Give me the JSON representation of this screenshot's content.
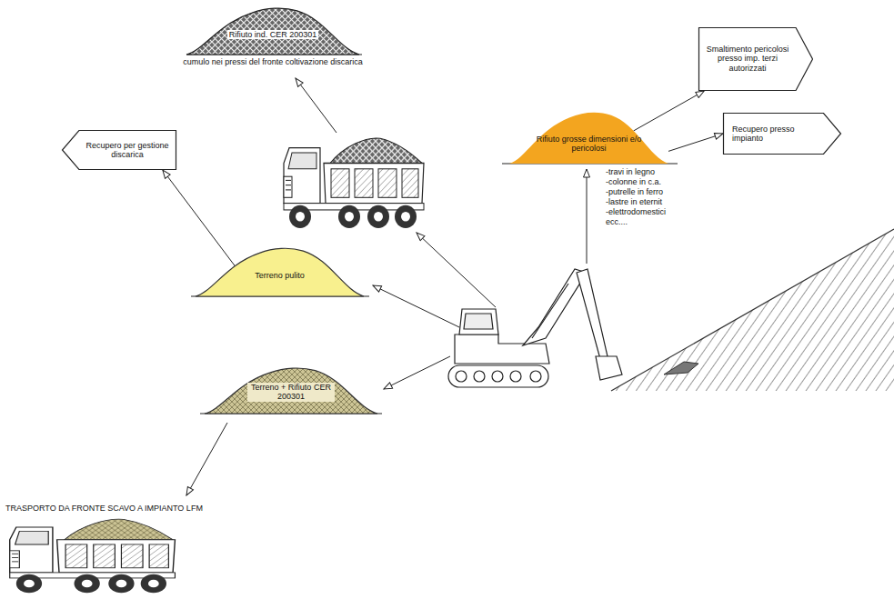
{
  "diagram": {
    "nodes": [
      {
        "text": [
          "Rifiuto ind. CER 200301",
          "cumulo nei pressi del fronte coltivazione discarica"
        ]
      },
      {
        "text": [
          "Smaltimento pericolosi presso imp. terzi autorizzati"
        ]
      },
      {
        "text": [
          "Rifiuto grosse dimensioni e/o pericolosi"
        ]
      },
      {
        "text": [
          "Recupero presso impianto"
        ]
      },
      {
        "text": [
          "Recupero per gestione discarica"
        ]
      },
      {
        "text": [
          "Terreno pulito"
        ]
      },
      {
        "text": [
          "Terreno + Rifiuto CER 200301"
        ]
      }
    ],
    "edges": [
      {
        "from": 2,
        "to": 1,
        "arrow": "to"
      },
      {
        "from": 2,
        "to": 3,
        "arrow": "to"
      },
      {
        "from": 5,
        "to": 4,
        "arrow": "to"
      }
    ],
    "labels": [
      "-travi in legno",
      "-colonne in c.a.",
      "-putrelle in ferro",
      "-lastre in eternit",
      "-elettrodomestici",
      "ecc....",
      "TRASPORTO DA FRONTE SCAVO A IMPIANTO LFM"
    ]
  }
}
